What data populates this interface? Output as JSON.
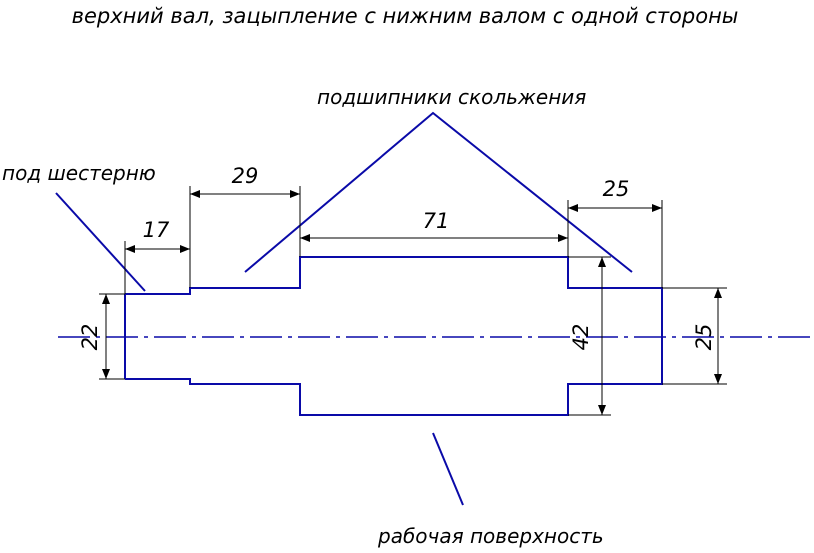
{
  "title": "верхний вал, зацыпление с нижним валом с одной стороны",
  "labels": {
    "gear_seat": "под шестерню",
    "bearings": "подшипники скольжения",
    "working_surface": "рабочая поверхность"
  },
  "dimensions": {
    "len_gear": "17",
    "len_step": "29",
    "len_center": "71",
    "len_right": "25",
    "dia_left": "22",
    "dia_center": "42",
    "dia_right": "25"
  },
  "colors": {
    "outline": "#0a0aa8",
    "dimension": "#000000"
  }
}
